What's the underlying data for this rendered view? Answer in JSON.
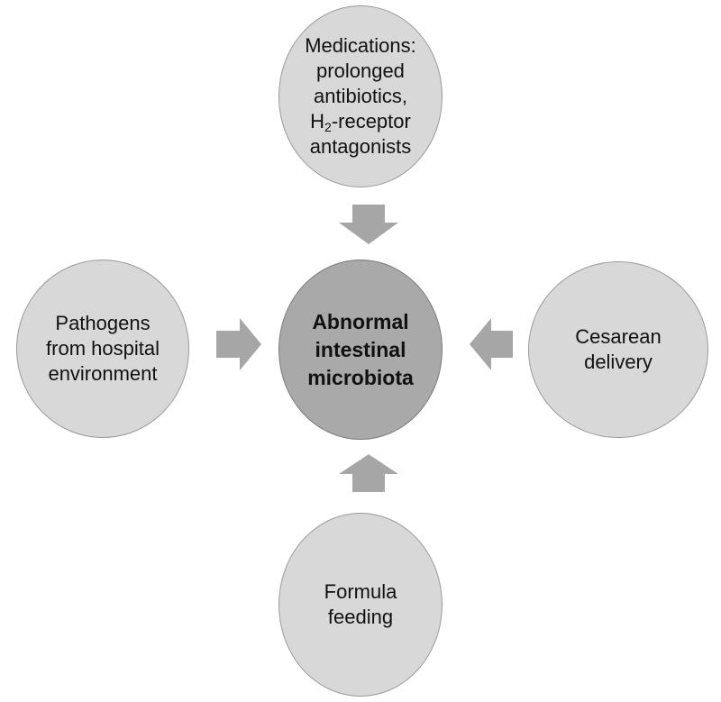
{
  "diagram": {
    "center": {
      "lines": [
        "Abnormal",
        "intestinal",
        "microbiota"
      ]
    },
    "top": {
      "lines": [
        "Medications:",
        "prolonged",
        "antibiotics,"
      ],
      "h2_prefix": "H",
      "h2_sub": "2",
      "h2_suffix": "-receptor",
      "last_line": "antagonists"
    },
    "left": {
      "lines": [
        "Pathogens",
        "from hospital",
        "environment"
      ]
    },
    "right": {
      "lines": [
        "Cesarean",
        "delivery"
      ]
    },
    "bottom": {
      "lines": [
        "Formula",
        "feeding"
      ]
    },
    "colors": {
      "outer_fill": "#d8d8d8",
      "center_fill": "#a9a9a9",
      "arrow_fill": "#a6a6a6",
      "border": "#9a9a9a"
    }
  }
}
